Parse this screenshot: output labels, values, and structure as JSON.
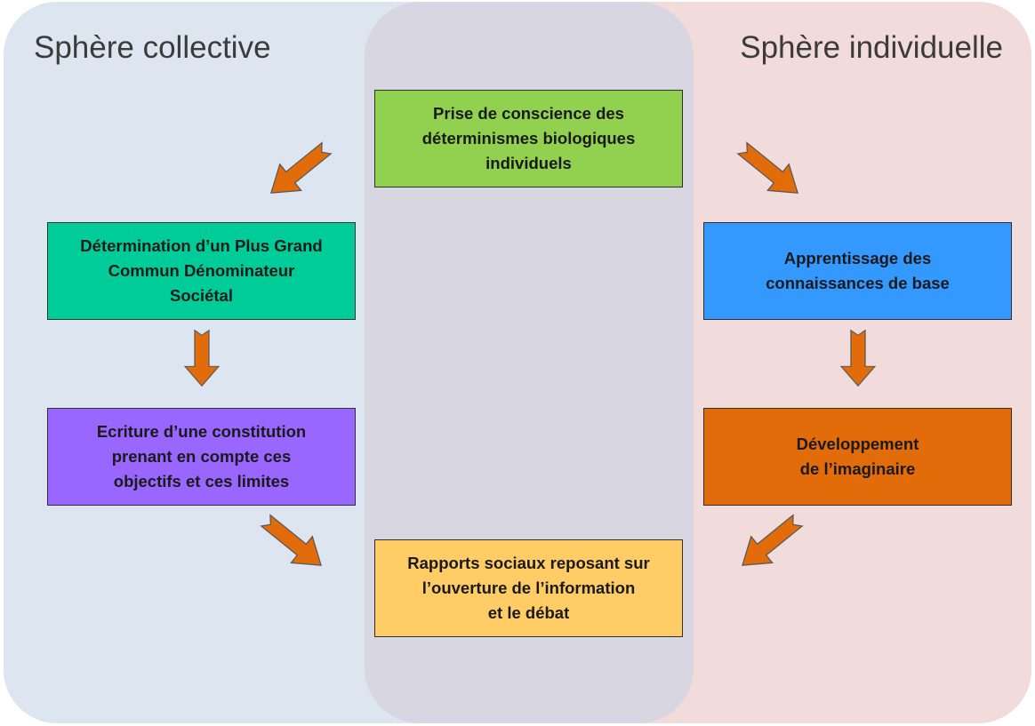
{
  "spheres": {
    "left_title": "Sphère collective",
    "right_title": "Sphère individuelle"
  },
  "boxes": {
    "top": "Prise de conscience des\ndéterminismes biologiques\nindividuels",
    "left_1": "Détermination d’un Plus Grand\nCommun Dénominateur\nSociétal",
    "left_2": "Ecriture d’une constitution\nprenant en compte ces\nobjectifs et ces limites",
    "right_1": "Apprentissage des\nconnaissances de base",
    "right_2": "Développement\nde l’imaginaire",
    "bottom": "Rapports sociaux reposant sur\nl’ouverture de l’information\net le débat"
  },
  "colors": {
    "left_sphere": "#dde5f1",
    "right_sphere": "#f1dbdb",
    "middle_sphere": "#d8d6e0",
    "top_box": "#92d050",
    "left_1_box": "#00cc99",
    "left_2_box": "#9966ff",
    "right_1_box": "#3399ff",
    "right_2_box": "#e36c0a",
    "bottom_box": "#ffcc66",
    "arrow": "#e36c0a"
  }
}
